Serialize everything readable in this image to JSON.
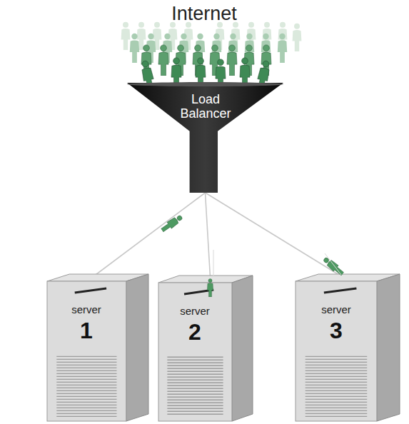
{
  "diagram": {
    "nodes": [
      {
        "text": [
          "Load Balancer"
        ]
      },
      {
        "text": [
          "server",
          "1"
        ]
      },
      {
        "text": [
          "server",
          "2"
        ]
      },
      {
        "text": [
          "server",
          "3"
        ]
      }
    ],
    "edges": [
      {
        "from": 0,
        "to": 1,
        "arrow": "none"
      },
      {
        "from": 0,
        "to": 2,
        "arrow": "none"
      },
      {
        "from": 0,
        "to": 3,
        "arrow": "none"
      }
    ],
    "labels": [
      "Internet"
    ]
  }
}
